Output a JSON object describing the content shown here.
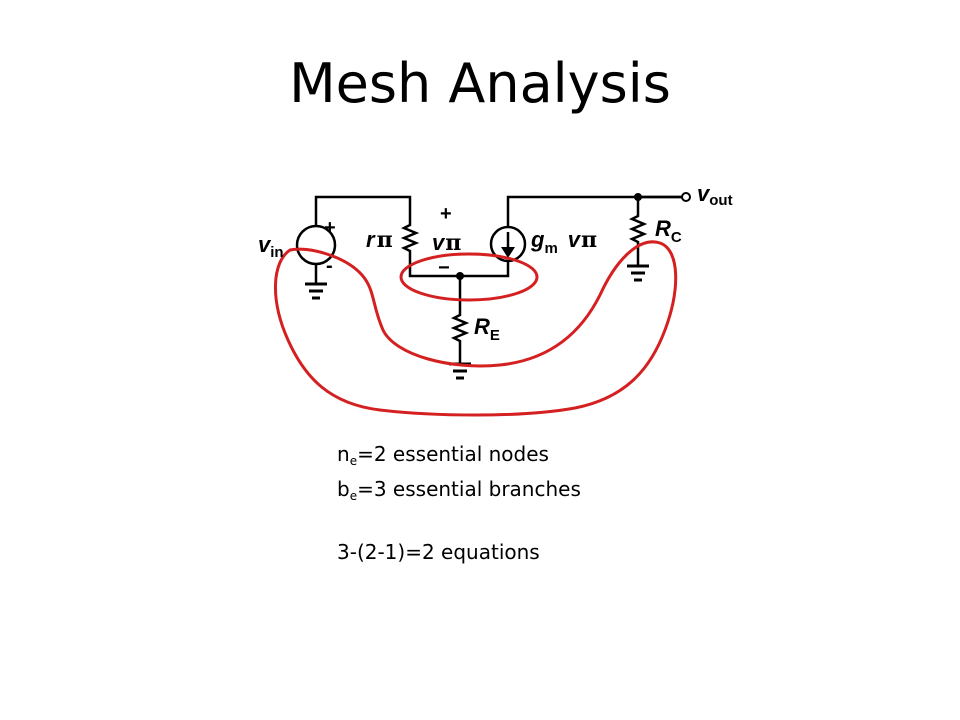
{
  "title": "Mesh Analysis",
  "circuit": {
    "labels": {
      "vin_main": "v",
      "vin_sub": "in",
      "rpi_main": "r",
      "rpi_pi": "π",
      "vpi_main": "v",
      "vpi_pi": "π",
      "plus_src": "+",
      "minus_src": "-",
      "plus_vpi": "+",
      "minus_vpi": "−",
      "gm_main": "g",
      "gm_sub": "m",
      "gm_v": "v",
      "gm_pi": "π",
      "re_main": "R",
      "re_sub": "E",
      "rc_main": "R",
      "rc_sub": "C",
      "vout_main": "v",
      "vout_sub": "out"
    },
    "annotation_color": "#d42020",
    "wire_color": "#000000"
  },
  "notes": {
    "line1_pre": "n",
    "line1_sub": "e",
    "line1_post": "=2 essential nodes",
    "line2_pre": "b",
    "line2_sub": "e",
    "line2_post": "=3 essential branches",
    "line3": "3-(2-1)=2 equations"
  }
}
